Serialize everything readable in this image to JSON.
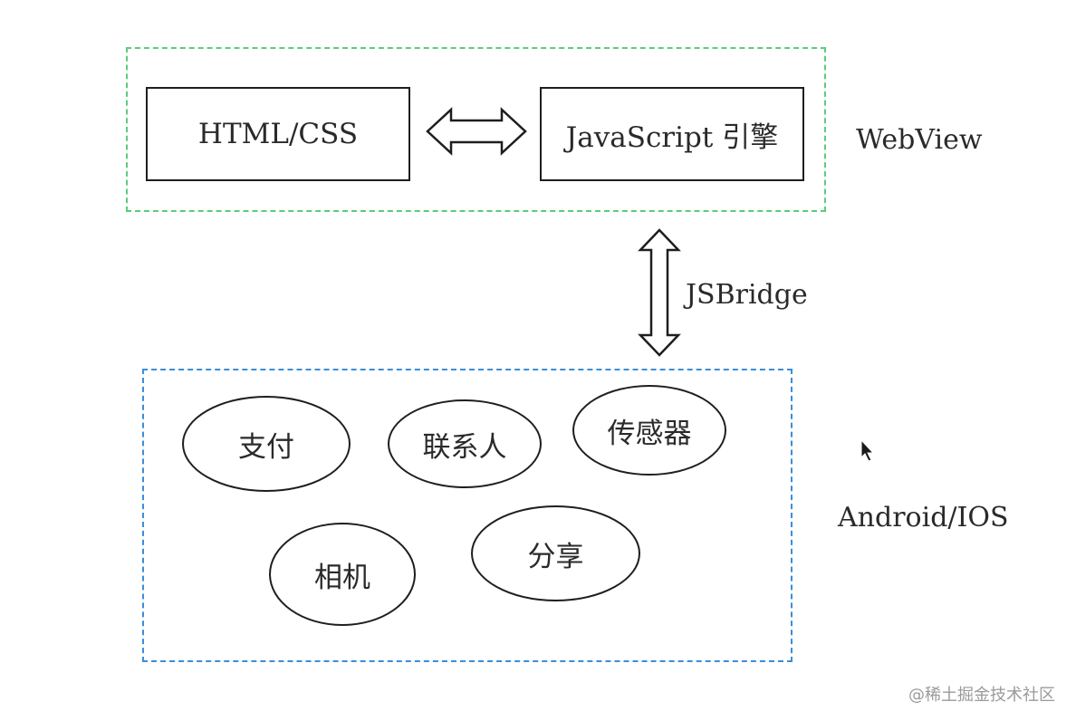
{
  "groups": {
    "webview_label": "WebView",
    "native_label": "Android/IOS"
  },
  "webview": {
    "html_css": "HTML/CSS",
    "js_engine": "JavaScript 引擎"
  },
  "bridge": {
    "label": "JSBridge"
  },
  "native_capabilities": [
    "支付",
    "联系人",
    "传感器",
    "相机",
    "分享"
  ],
  "watermark": "@稀土掘金技术社区",
  "colors": {
    "webview_border": "#5ccc7a",
    "native_border": "#3b8ed8",
    "stroke": "#1e1e1e"
  },
  "icons": [
    "double-arrow-horizontal-icon",
    "double-arrow-vertical-icon",
    "mouse-cursor-icon"
  ]
}
